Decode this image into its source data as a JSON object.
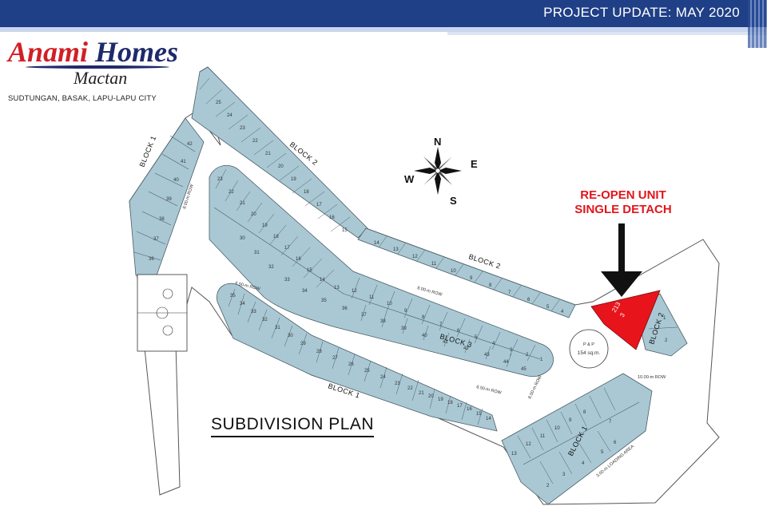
{
  "header": {
    "title": "PROJECT UPDATE: MAY 2020"
  },
  "logo": {
    "brand_part1": "Anami",
    "brand_part2": "Homes",
    "place": "Mactan",
    "address": "SUDTUNGAN, BASAK, LAPU-LAPU CITY"
  },
  "plan_title": "SUBDIVISION PLAN",
  "callout": {
    "line1": "RE-OPEN UNIT",
    "line2": "SINGLE DETACH"
  },
  "highlight_lot": {
    "number": "213",
    "sub": "3"
  },
  "colors": {
    "header_bg": "#1f3f86",
    "lot_fill": "#a9c8d4",
    "lot_stroke": "#4a5d66",
    "highlight": "#e8141b",
    "brand_red": "#d11f26",
    "brand_navy": "#1d2a6b"
  },
  "compass": {
    "n": "N",
    "s": "S",
    "e": "E",
    "w": "W"
  },
  "blocks": [
    {
      "id": "b1-left",
      "label": "BLOCK 1"
    },
    {
      "id": "b2-top",
      "label": "BLOCK 2"
    },
    {
      "id": "b2-mid",
      "label": "BLOCK 2"
    },
    {
      "id": "b3",
      "label": "BLOCK 3"
    },
    {
      "id": "b1-bottom",
      "label": "BLOCK 1"
    },
    {
      "id": "b2-right",
      "label": "BLOCK 2"
    },
    {
      "id": "b1-lower-right",
      "label": "BLOCK 1"
    }
  ],
  "roads": [
    {
      "id": "r1",
      "label": "8.00-m ROW"
    },
    {
      "id": "r2",
      "label": "8.00-m ROW"
    },
    {
      "id": "r3",
      "label": "8.00-m ROW"
    },
    {
      "id": "r4",
      "label": "6.50-m ROW"
    },
    {
      "id": "r5",
      "label": "6.50-m ROW"
    },
    {
      "id": "r6",
      "label": "8.00-m ROW"
    },
    {
      "id": "r7",
      "label": "10.00-m ROW"
    },
    {
      "id": "r8",
      "label": "3.00-m LOADING AREA"
    }
  ],
  "roundabout": {
    "line1": "P & P",
    "line2": "154 sq.m."
  },
  "lots": {
    "b1_left": [
      "42",
      "41",
      "40",
      "39",
      "38",
      "37",
      "36"
    ],
    "b2_top": [
      "25",
      "24",
      "23",
      "22",
      "21",
      "20",
      "19",
      "18",
      "17",
      "16",
      "15"
    ],
    "b2_mid": [
      "14",
      "13",
      "12",
      "11",
      "10",
      "9",
      "8",
      "7",
      "6",
      "5",
      "4"
    ],
    "b3_upper": [
      "23",
      "22",
      "21",
      "20",
      "19",
      "18",
      "17",
      "16",
      "15",
      "14",
      "13",
      "12",
      "11",
      "10",
      "9",
      "8",
      "7",
      "6",
      "5",
      "4",
      "3",
      "2",
      "1"
    ],
    "b3_lower": [
      "30",
      "31",
      "32",
      "33",
      "34",
      "35",
      "36",
      "37",
      "38",
      "39",
      "40",
      "41",
      "42",
      "43",
      "44",
      "45"
    ],
    "b1_bottom": [
      "35",
      "34",
      "33",
      "32",
      "31",
      "30",
      "29",
      "28",
      "27",
      "26",
      "25",
      "24",
      "23",
      "22",
      "21",
      "20",
      "19",
      "18",
      "17",
      "16",
      "15",
      "14"
    ],
    "b1_lower_right": [
      "13",
      "12",
      "11",
      "10",
      "9",
      "8",
      "7",
      "6",
      "5",
      "4",
      "3",
      "2"
    ],
    "b2_right": [
      "1",
      "2"
    ]
  }
}
